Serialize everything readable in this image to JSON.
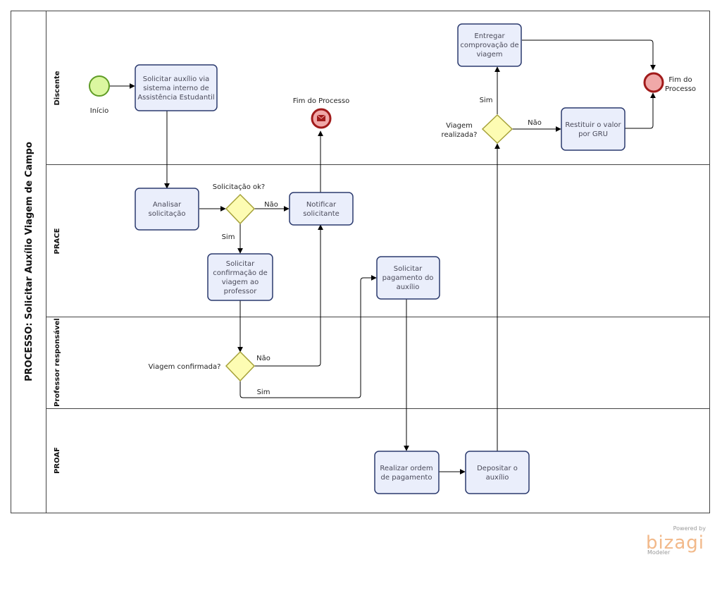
{
  "pool": {
    "title": "PROCESSO: Solicitar Auxílio Viagem de Campo"
  },
  "lanes": {
    "discente": "Discente",
    "prace": "PRACE",
    "professor": "Professor responsável",
    "proaf": "PROAF"
  },
  "events": {
    "start": "Início",
    "end_message": "Fim do Processo",
    "end_final": [
      "Fim do",
      "Processo"
    ]
  },
  "tasks": {
    "solicitar_auxilio": [
      "Solicitar auxílio via",
      "sistema interno de",
      "Assistência Estudantil"
    ],
    "entregar_comprovacao": [
      "Entregar",
      "comprovação de",
      "viagem"
    ],
    "restituir_valor": [
      "Restituir o valor",
      "por GRU"
    ],
    "analisar_solicitacao": [
      "Analisar",
      "solicitação"
    ],
    "notificar_solicitante": [
      "Notificar",
      "solicitante"
    ],
    "solicitar_confirmacao": [
      "Solicitar",
      "confirmação de",
      "viagem ao",
      "professor"
    ],
    "solicitar_pagamento": [
      "Solicitar",
      "pagamento do",
      "auxílio"
    ],
    "realizar_ordem": [
      "Realizar ordem",
      "de pagamento"
    ],
    "depositar_auxilio": [
      "Depositar o",
      "auxílio"
    ]
  },
  "gateways": {
    "solicitacao_ok": "Solicitação ok?",
    "viagem_realizada": [
      "Viagem",
      "realizada?"
    ],
    "viagem_confirmada": "Viagem confirmada?"
  },
  "flow_labels": {
    "sim_realizada": "Sim",
    "nao_realizada": "Não",
    "nao_ok": "Não",
    "sim_ok": "Sim",
    "nao_confirmada": "Não",
    "sim_confirmada": "Sim"
  },
  "branding": {
    "powered_by": "Powered by",
    "name": "bizagi",
    "product": "Modeler"
  },
  "colors": {
    "task_fill": "#eaeefb",
    "task_stroke": "#2b3a6e",
    "gateway_fill": "#fdfcb3",
    "gateway_stroke": "#a6a23a",
    "start_fill": "#dbf7a0",
    "start_stroke": "#5f9c26",
    "end_fill": "#f0a8a8",
    "end_stroke": "#a11a1a"
  }
}
